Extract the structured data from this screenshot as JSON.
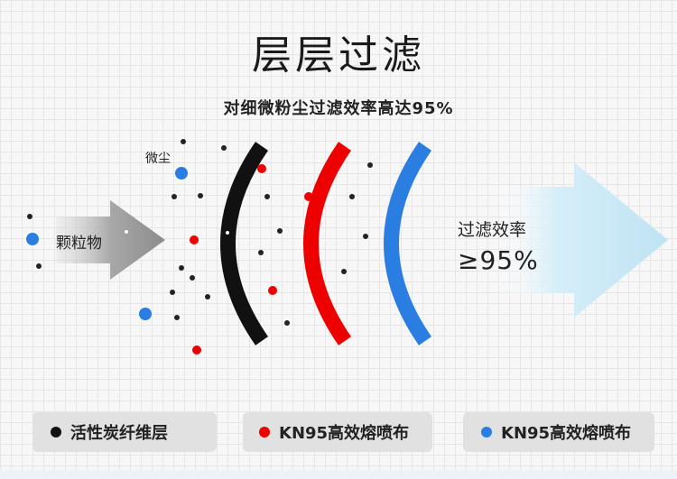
{
  "header": {
    "title": "层层过滤",
    "subtitle": "对细微粉尘过滤效率高达95%"
  },
  "labels": {
    "dust": "微尘",
    "particle": "颗粒物"
  },
  "efficiency": {
    "label": "过滤效率",
    "value": "≥95%"
  },
  "legend": [
    {
      "label": "活性炭纤维层",
      "color": "#111111",
      "icon": "black-dot-icon"
    },
    {
      "label": "KN95高效熔喷布",
      "color": "#ee0000",
      "icon": "red-dot-icon"
    },
    {
      "label": "KN95高效熔喷布",
      "color": "#2a7de1",
      "icon": "blue-dot-icon"
    }
  ],
  "colors": {
    "layer_carbon": "#111111",
    "layer_red": "#ee0000",
    "layer_blue": "#2a7de1",
    "input_arrow": "#8c8c8c",
    "output_arrow": "#bfe3f3"
  }
}
